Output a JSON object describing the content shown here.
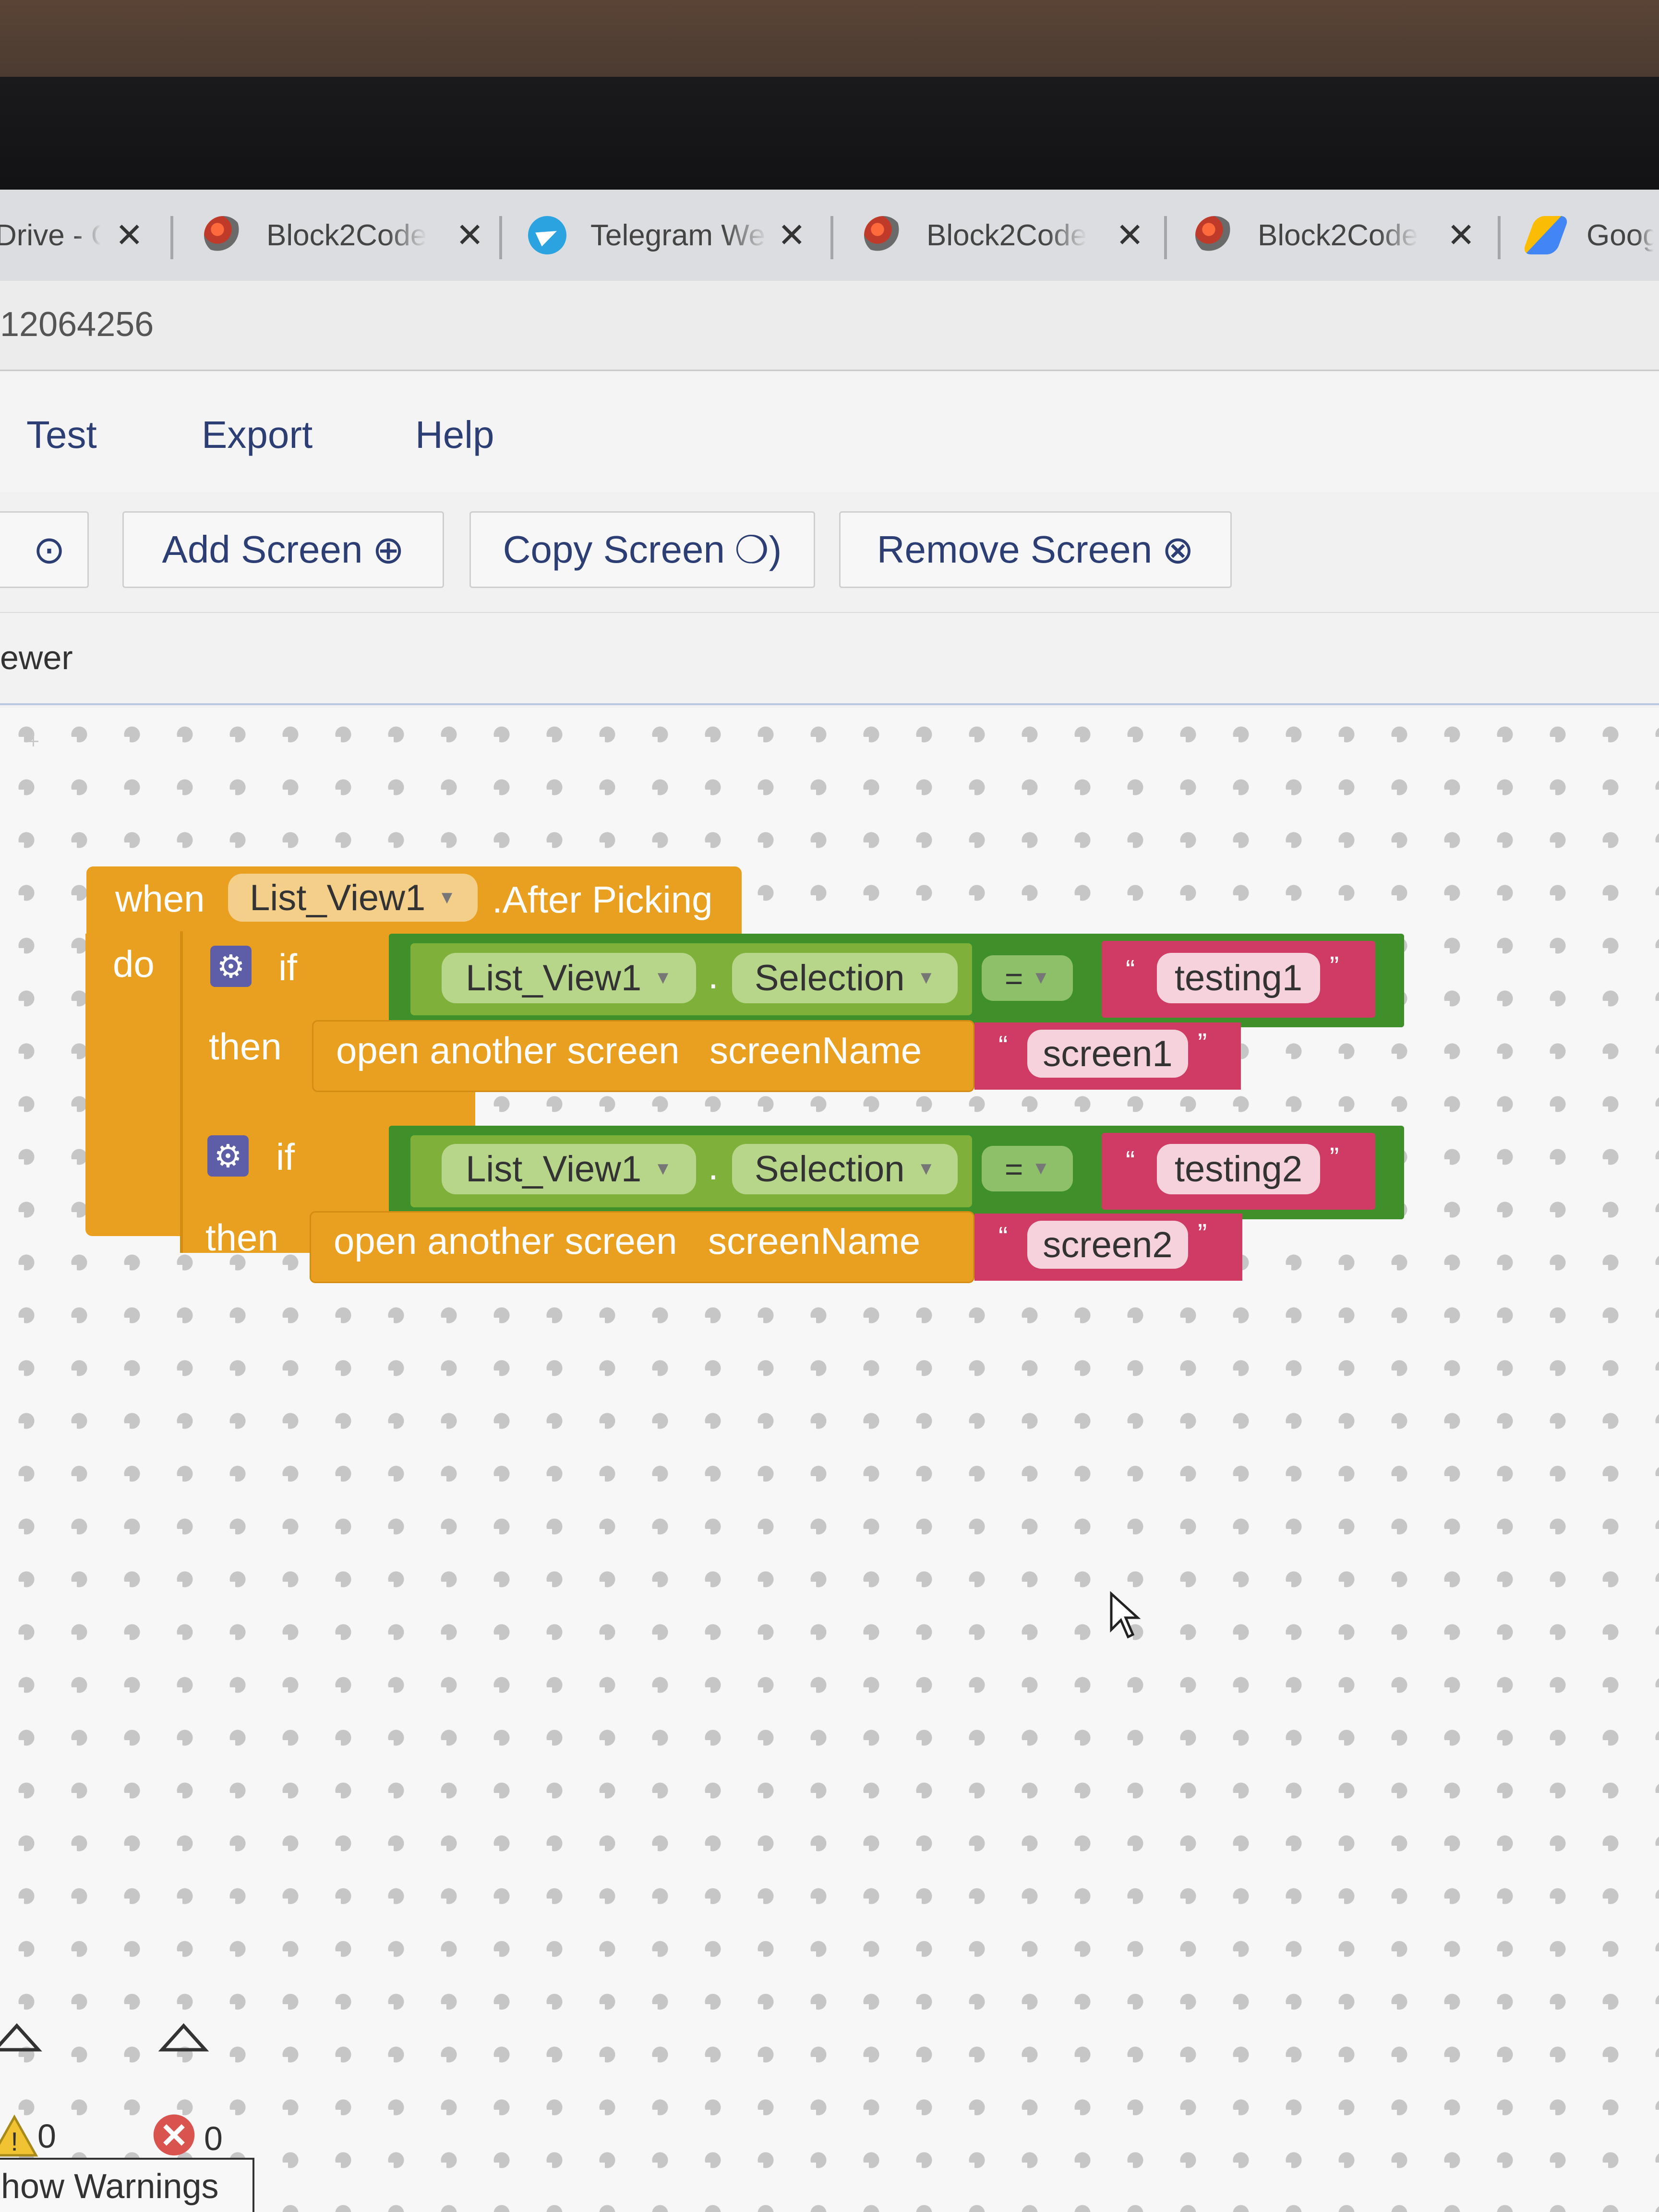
{
  "tabs": [
    {
      "label": "Drive - G",
      "icon": "drive-icon"
    },
    {
      "label": "Block2Code",
      "icon": "block2code-icon"
    },
    {
      "label": "Telegram Web",
      "icon": "telegram-icon"
    },
    {
      "label": "Block2Code",
      "icon": "block2code-icon"
    },
    {
      "label": "Block2Code",
      "icon": "block2code-icon"
    },
    {
      "label": "Goog",
      "icon": "google-ads-icon"
    }
  ],
  "tab_close": "✕",
  "address": "12064256",
  "menu": {
    "test": "Test",
    "export": "Export",
    "help": "Help"
  },
  "toolbar": {
    "add_screen": "Add Screen",
    "copy_screen": "Copy Screen",
    "remove_screen": "Remove Screen"
  },
  "viewer_label": "ewer",
  "blocks": {
    "when": "when",
    "component": "List_View1",
    "event": ".After Picking",
    "do": "do",
    "if": "if",
    "then": "then",
    "dot": ".",
    "property": "Selection",
    "eq": "=",
    "open_screen": "open another screen",
    "screen_name": "screenName",
    "open_quote": "“",
    "close_quote": "”",
    "branches": [
      {
        "compare": "testing1",
        "screen": "screen1"
      },
      {
        "compare": "testing2",
        "screen": "screen2"
      }
    ]
  },
  "warnings": {
    "warning_count": "0",
    "error_count": "0",
    "show_warnings": "how Warnings"
  },
  "colors": {
    "event_block": "#e9a021",
    "compare_block": "#3f8f2a",
    "component_block": "#7fb03a",
    "text_block": "#cf3b62",
    "menu_text": "#2c3e73"
  }
}
